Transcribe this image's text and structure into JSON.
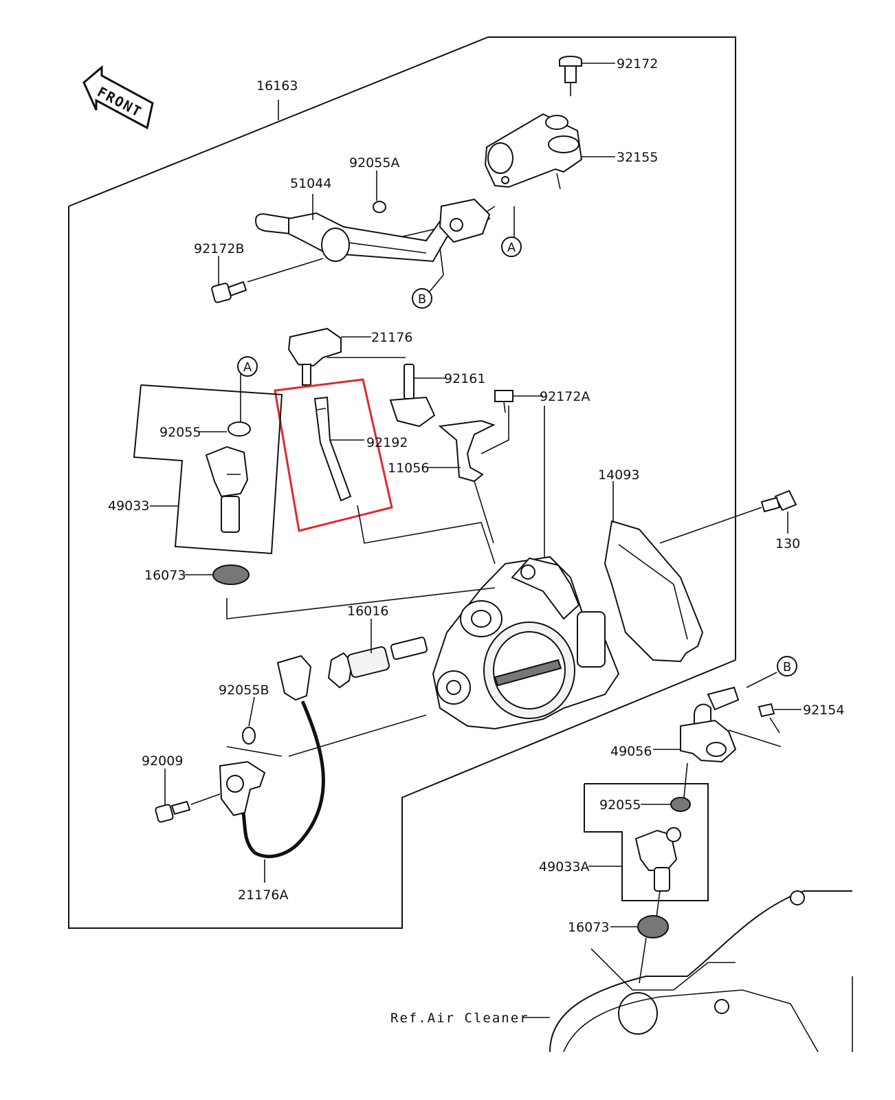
{
  "front_label": "FRONT",
  "ref_label": "Ref.Air Cleaner",
  "callouts": {
    "a": "A",
    "b": "B"
  },
  "parts": {
    "p16163": "16163",
    "p92172": "92172",
    "p32155": "32155",
    "p92055A": "92055A",
    "p51044": "51044",
    "p92172B": "92172B",
    "p21176": "21176",
    "p92161": "92161",
    "p92172A": "92172A",
    "p92055": "92055",
    "p92192": "92192",
    "p11056": "11056",
    "p14093": "14093",
    "p49033": "49033",
    "p130": "130",
    "p16073": "16073",
    "p16016": "16016",
    "p92055B": "92055B",
    "p92009": "92009",
    "p92154": "92154",
    "p49056": "49056",
    "p92055b": "92055",
    "p49033A": "49033A",
    "p16073b": "16073",
    "p21176A": "21176A"
  },
  "highlight_color": "#e0282e"
}
